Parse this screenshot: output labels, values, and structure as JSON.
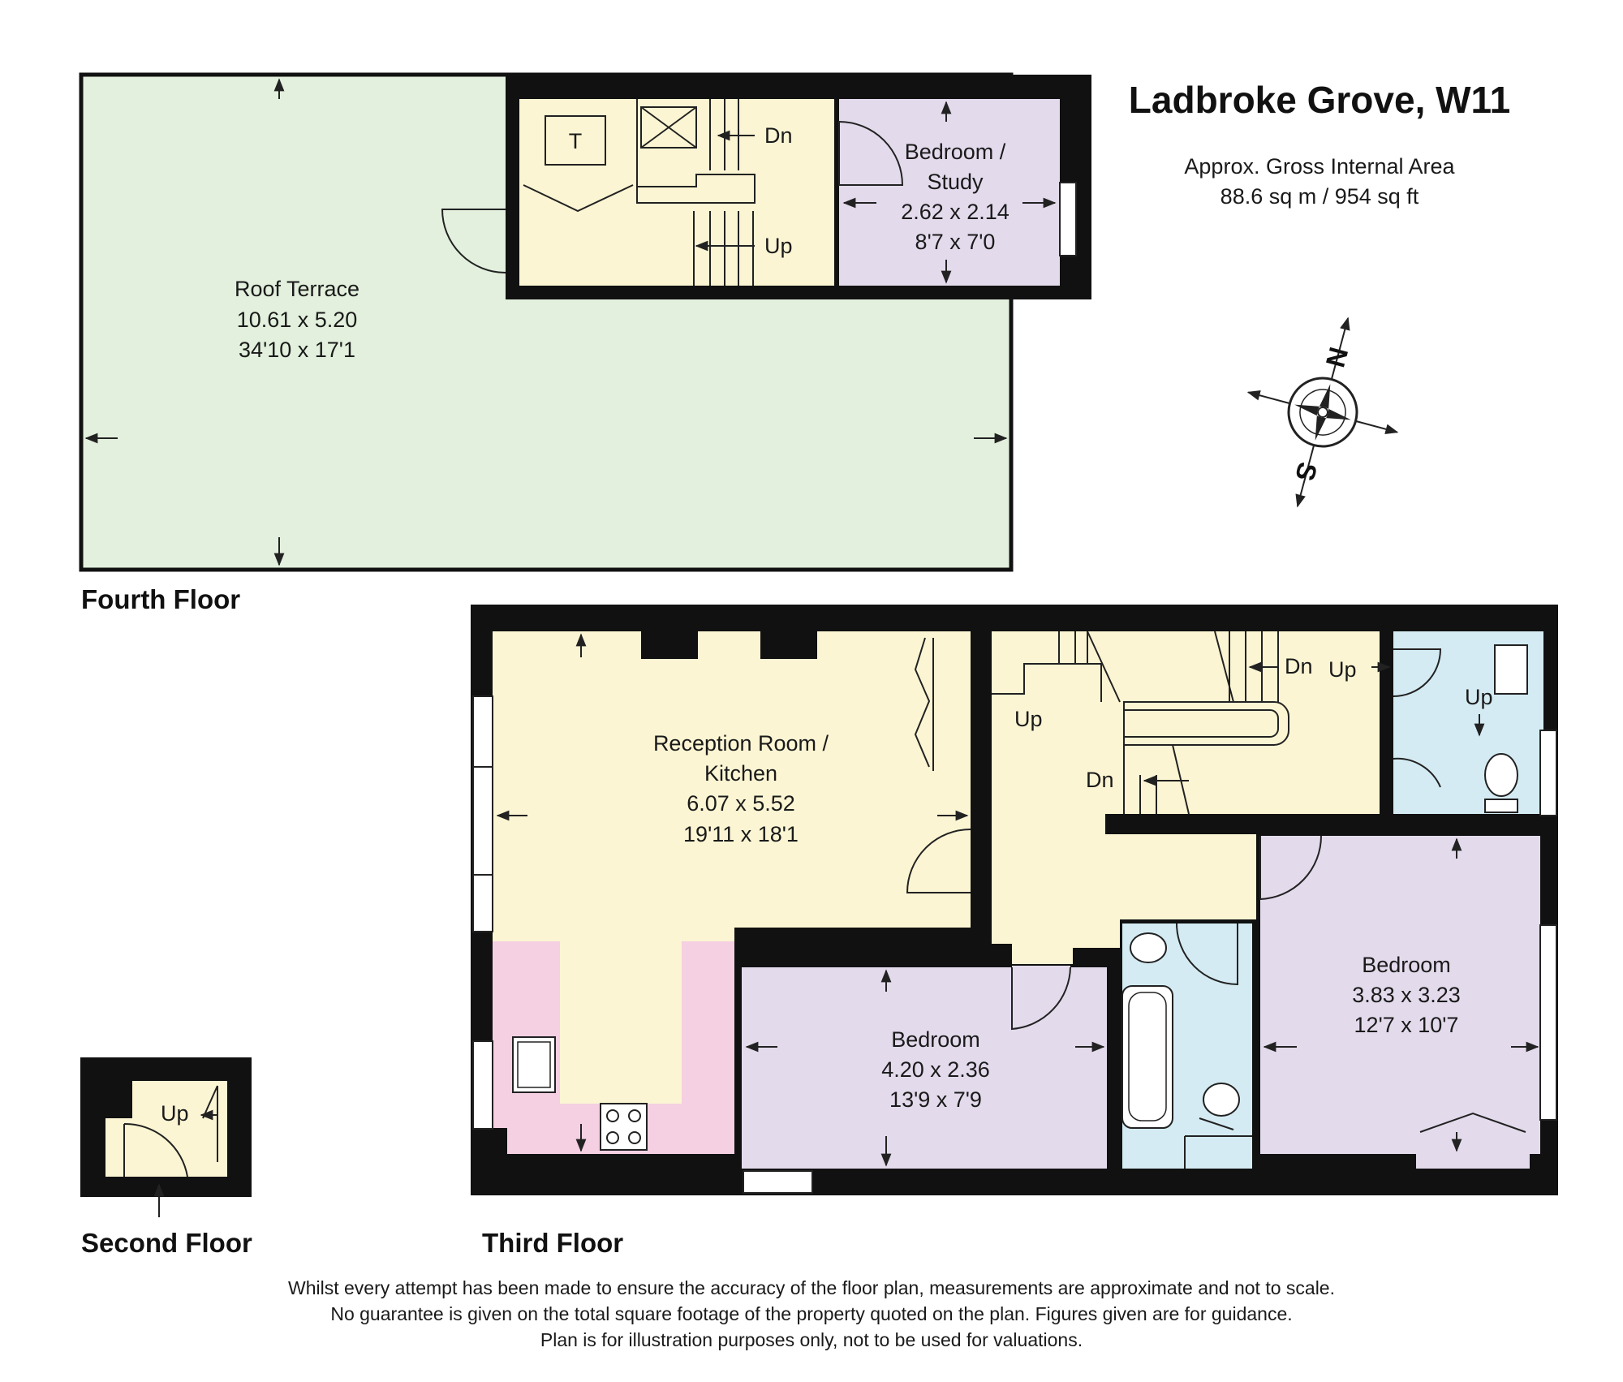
{
  "header": {
    "title": "Ladbroke Grove, W11",
    "area_caption": "Approx. Gross Internal Area",
    "area_value": "88.6 sq m / 954 sq ft"
  },
  "compass": {
    "north": "N",
    "south": "S"
  },
  "floors": {
    "fourth": "Fourth Floor",
    "third": "Third Floor",
    "second": "Second Floor"
  },
  "rooms": {
    "roof_terrace": {
      "name": "Roof Terrace",
      "metric": "10.61 x 5.20",
      "imperial": "34'10 x 17'1"
    },
    "bedroom_study": {
      "name_1": "Bedroom /",
      "name_2": "Study",
      "metric": "2.62 x 2.14",
      "imperial": "8'7 x 7'0"
    },
    "reception": {
      "name_1": "Reception Room /",
      "name_2": "Kitchen",
      "metric": "6.07 x 5.52",
      "imperial": "19'11 x 18'1"
    },
    "bedroom_mid": {
      "name": "Bedroom",
      "metric": "4.20 x 2.36",
      "imperial": "13'9 x 7'9"
    },
    "bedroom_right": {
      "name": "Bedroom",
      "metric": "3.83 x 3.23",
      "imperial": "12'7 x 10'7"
    }
  },
  "stair_labels": {
    "fourth_dn": "Dn",
    "fourth_up": "Up",
    "third_up_left": "Up",
    "third_dn_mid": "Dn",
    "third_dn_top": "Dn",
    "third_up_top": "Up",
    "third_up_wc": "Up",
    "second_up": "Up",
    "tank": "T"
  },
  "disclaimer": {
    "line1": "Whilst every attempt has been made to ensure the accuracy of the floor plan, measurements are approximate and not to scale.",
    "line2": "No guarantee is given on the total square footage of the property quoted on the plan. Figures given are for guidance.",
    "line3": "Plan is for illustration purposes only, not to be used for valuations."
  },
  "colors": {
    "terrace": "#e2f0dd",
    "circulation": "#fbf5d3",
    "bedroom": "#e3daec",
    "kitchen": "#f5cfe2",
    "bathroom": "#d4ebf3",
    "wall": "#111111"
  }
}
